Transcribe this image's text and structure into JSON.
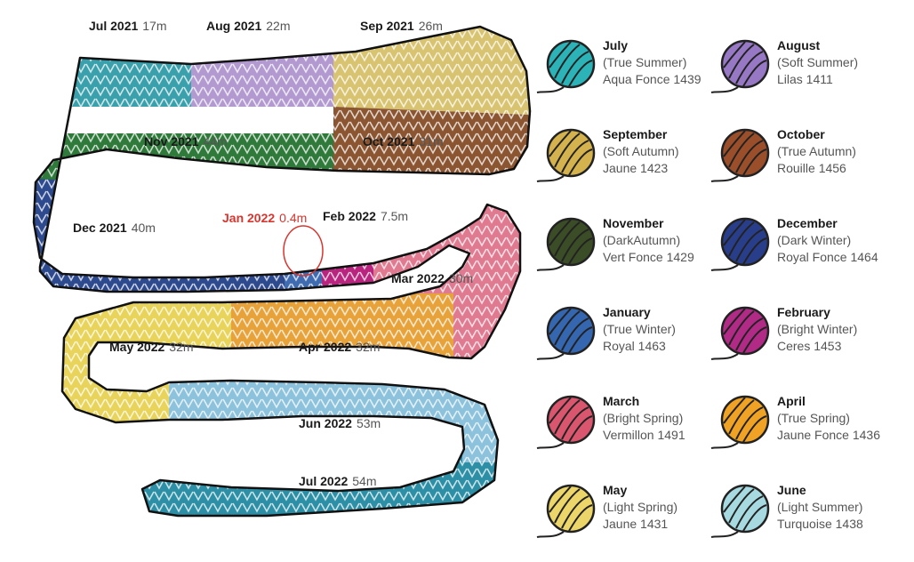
{
  "segments": [
    {
      "id": "jul2021",
      "label": "Jul 2021",
      "amount": "17m",
      "color": "#3aa0ab"
    },
    {
      "id": "aug2021",
      "label": "Aug 2021",
      "amount": "22m",
      "color": "#b29ad0"
    },
    {
      "id": "sep2021",
      "label": "Sep 2021",
      "amount": "26m",
      "color": "#d8c470"
    },
    {
      "id": "oct2021",
      "label": "Oct 2021",
      "amount": "31m",
      "color": "#8a5530"
    },
    {
      "id": "nov2021",
      "label": "Nov 2021",
      "amount": "44m",
      "color": "#2f7a3a"
    },
    {
      "id": "dec2021",
      "label": "Dec 2021",
      "amount": "40m",
      "color": "#2e4a8e"
    },
    {
      "id": "jan2022",
      "label": "Jan 2022",
      "amount": "0.4m",
      "color": "#3f6cb0",
      "highlight": "#d8352e"
    },
    {
      "id": "feb2022",
      "label": "Feb 2022",
      "amount": "7.5m",
      "color": "#b8247e"
    },
    {
      "id": "mar2022",
      "label": "Mar 2022",
      "amount": "30m",
      "color": "#e07a90"
    },
    {
      "id": "apr2022",
      "label": "Apr 2022",
      "amount": "32m",
      "color": "#e8a23a"
    },
    {
      "id": "may2022",
      "label": "May 2022",
      "amount": "32m",
      "color": "#e8d45a"
    },
    {
      "id": "jun2022",
      "label": "Jun 2022",
      "amount": "53m",
      "color": "#8cc2dc"
    },
    {
      "id": "jul2022",
      "label": "Jul 2022",
      "amount": "54m",
      "color": "#2c8fa5"
    }
  ],
  "legend": [
    {
      "month": "July",
      "season": "(True Summer)",
      "yarn": "Aqua Fonce 1439",
      "color": "#2bb3b8"
    },
    {
      "month": "August",
      "season": "(Soft Summer)",
      "yarn": "Lilas 1411",
      "color": "#9678c4"
    },
    {
      "month": "September",
      "season": "(Soft Autumn)",
      "yarn": "Jaune 1423",
      "color": "#d4b24e"
    },
    {
      "month": "October",
      "season": "(True Autumn)",
      "yarn": "Rouille 1456",
      "color": "#9a4e2a"
    },
    {
      "month": "November",
      "season": "(DarkAutumn)",
      "yarn": "Vert Fonce 1429",
      "color": "#3b4d26"
    },
    {
      "month": "December",
      "season": "(Dark Winter)",
      "yarn": "Royal Fonce 1464",
      "color": "#283e8a"
    },
    {
      "month": "January",
      "season": "(True Winter)",
      "yarn": "Royal 1463",
      "color": "#3566b0"
    },
    {
      "month": "February",
      "season": "(Bright Winter)",
      "yarn": "Ceres 1453",
      "color": "#b02a86"
    },
    {
      "month": "March",
      "season": "(Bright Spring)",
      "yarn": "Vermillon 1491",
      "color": "#d9566e"
    },
    {
      "month": "April",
      "season": "(True Spring)",
      "yarn": "Jaune Fonce 1436",
      "color": "#f0a225"
    },
    {
      "month": "May",
      "season": "(Light Spring)",
      "yarn": "Jaune 1431",
      "color": "#ecd66a"
    },
    {
      "month": "June",
      "season": "(Light Summer)",
      "yarn": "Turquoise 1438",
      "color": "#a7d9e0"
    }
  ]
}
